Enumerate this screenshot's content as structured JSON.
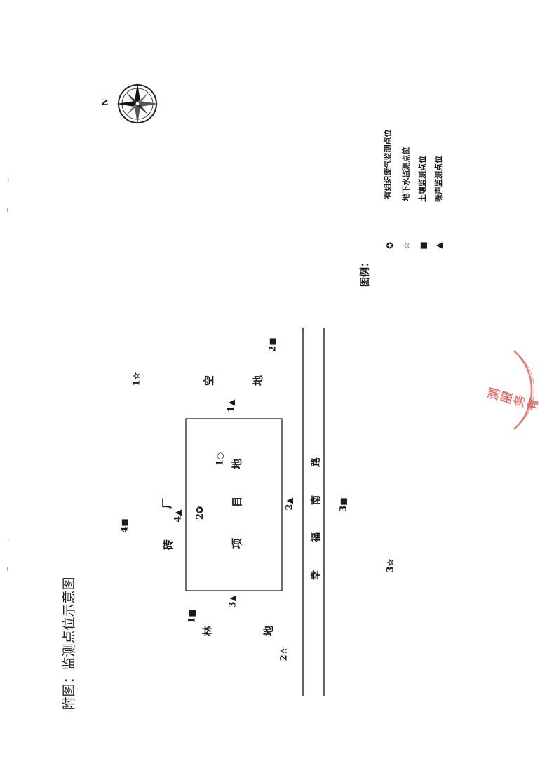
{
  "title": "附图：监测点位示意图",
  "areas": {
    "brick_factory_1": "砖",
    "brick_factory_2": "厂",
    "forest_1": "林",
    "forest_2": "地",
    "vacant_1": "空",
    "vacant_2": "地",
    "project_1": "项",
    "project_2": "目",
    "project_3": "地"
  },
  "road": {
    "c1": "幸",
    "c2": "福",
    "c3": "南",
    "c4": "路"
  },
  "points": [
    {
      "label": "1",
      "symbol": "☆",
      "kind": "groundwater"
    },
    {
      "label": "2",
      "symbol": "☆",
      "kind": "groundwater"
    },
    {
      "label": "3",
      "symbol": "☆",
      "kind": "groundwater"
    },
    {
      "label": "1",
      "symbol": "■",
      "kind": "soil"
    },
    {
      "label": "2",
      "symbol": "■",
      "kind": "soil"
    },
    {
      "label": "3",
      "symbol": "■",
      "kind": "soil"
    },
    {
      "label": "4",
      "symbol": "■",
      "kind": "soil"
    },
    {
      "label": "1",
      "symbol": "▲",
      "kind": "noise"
    },
    {
      "label": "2",
      "symbol": "▲",
      "kind": "noise"
    },
    {
      "label": "3",
      "symbol": "▲",
      "kind": "noise"
    },
    {
      "label": "4",
      "symbol": "▲",
      "kind": "noise"
    },
    {
      "label": "1",
      "symbol": "○",
      "kind": "exhaust"
    },
    {
      "label": "2",
      "symbol": "✪",
      "kind": "exhaust"
    }
  ],
  "legend": {
    "heading": "图例：",
    "items": [
      {
        "symbol": "✪",
        "text": "有组织废气监测点位"
      },
      {
        "symbol": "☆",
        "text": "地下水监测点位"
      },
      {
        "symbol": "■",
        "text": "土壤监测点位"
      },
      {
        "symbol": "▲",
        "text": "噪声监测点位"
      }
    ]
  },
  "compass": {
    "north_label": "N",
    "icon": "compass-rose-icon"
  },
  "stamp": {
    "text": "测服务有",
    "color": "#d9534f"
  }
}
